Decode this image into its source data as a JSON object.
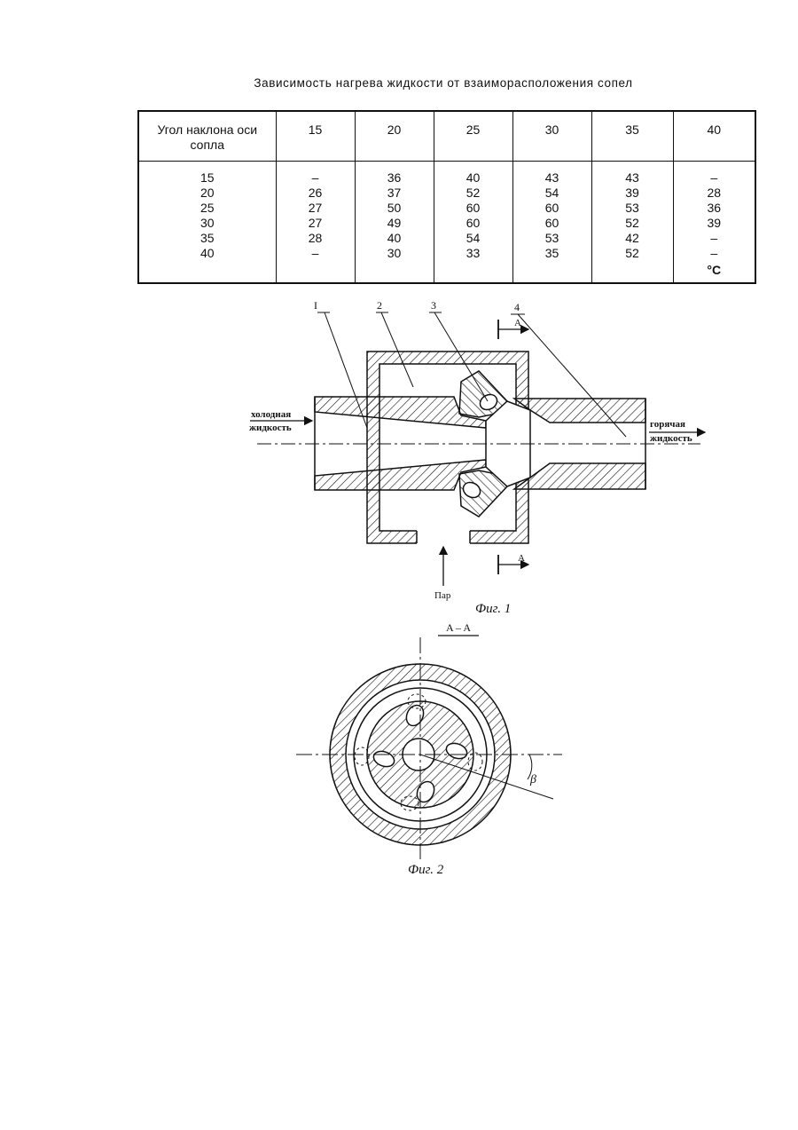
{
  "table_title": "Зависимость нагрева жидкости от взаиморасположения сопел",
  "table": {
    "header_first": [
      "Угол наклона оси",
      "сопла"
    ],
    "columns": [
      "15",
      "20",
      "25",
      "30",
      "35",
      "40"
    ],
    "row_labels": [
      "15",
      "20",
      "25",
      "30",
      "35",
      "40"
    ],
    "cells": [
      [
        "–",
        "36",
        "40",
        "43",
        "43",
        "–"
      ],
      [
        "26",
        "37",
        "52",
        "54",
        "39",
        "28"
      ],
      [
        "27",
        "50",
        "60",
        "60",
        "53",
        "36"
      ],
      [
        "27",
        "49",
        "60",
        "60",
        "52",
        "39"
      ],
      [
        "28",
        "40",
        "54",
        "53",
        "42",
        "–"
      ],
      [
        "–",
        "30",
        "33",
        "35",
        "52",
        "–"
      ]
    ],
    "unit": "°C"
  },
  "fig1": {
    "labels": {
      "l1": "I",
      "l2": "2",
      "l3": "3",
      "l4": "4"
    },
    "section_mark": "A",
    "cold_liquid": [
      "холодная",
      "жидкость"
    ],
    "hot_liquid": [
      "горячая",
      "жидкость"
    ],
    "steam": "Пар",
    "caption": "Фиг. 1"
  },
  "fig2": {
    "section_title": "A – A",
    "angle": "β",
    "caption": "Фиг. 2"
  }
}
